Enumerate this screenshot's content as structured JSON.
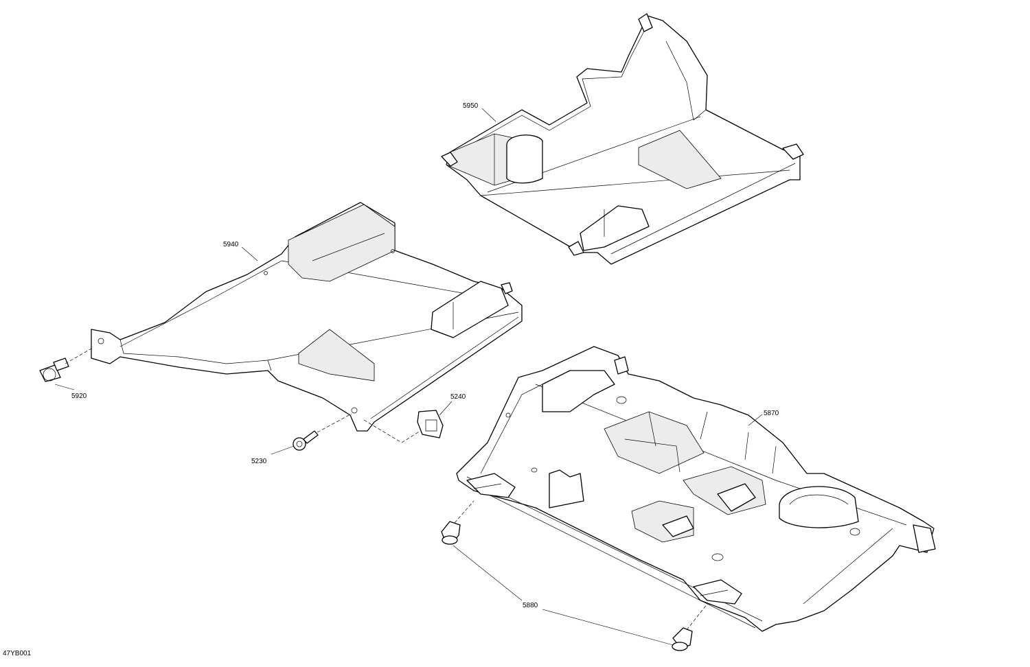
{
  "diagram_code": "47YB001",
  "callouts": {
    "c5950": "5950",
    "c5940": "5940",
    "c5920": "5920",
    "c5240": "5240",
    "c5230": "5230",
    "c5870": "5870",
    "c5880": "5880"
  }
}
